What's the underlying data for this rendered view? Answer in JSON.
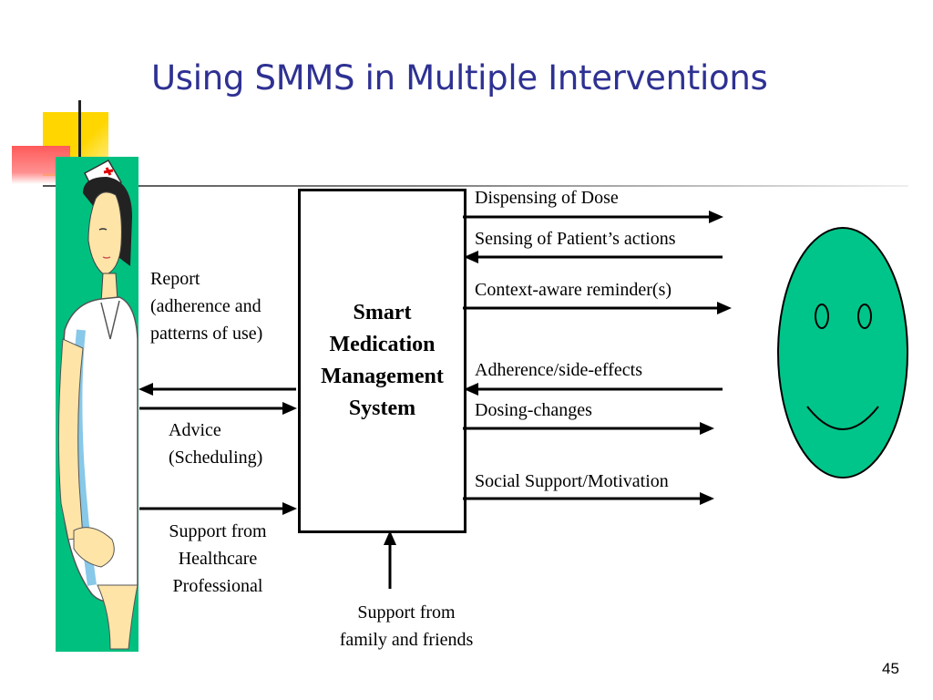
{
  "slide": {
    "title": "Using SMMS in Multiple Interventions",
    "page_number": "45"
  },
  "center_box": {
    "label": "Smart\nMedication\nManagement\nSystem"
  },
  "left_labels": {
    "report": "Report\n(adherence and\npatterns of use)",
    "advice": "Advice\n(Scheduling)",
    "support_healthcare": "Support from\nHealthcare\nProfessional"
  },
  "bottom_label": "Support from\nfamily and friends",
  "right_labels": {
    "dispensing": "Dispensing  of Dose",
    "sensing": "Sensing of Patient’s actions",
    "reminder": "Context-aware reminder(s)",
    "adherence": "Adherence/side-effects",
    "dosing": "Dosing-changes",
    "social": "Social Support/Motivation"
  },
  "colors": {
    "title": "#2e3192",
    "nurse_background": "#00c080",
    "smiley_face": "#00c58a"
  },
  "icons": {
    "nurse": "nurse-clipart-icon",
    "patient": "smiley-face-icon"
  }
}
